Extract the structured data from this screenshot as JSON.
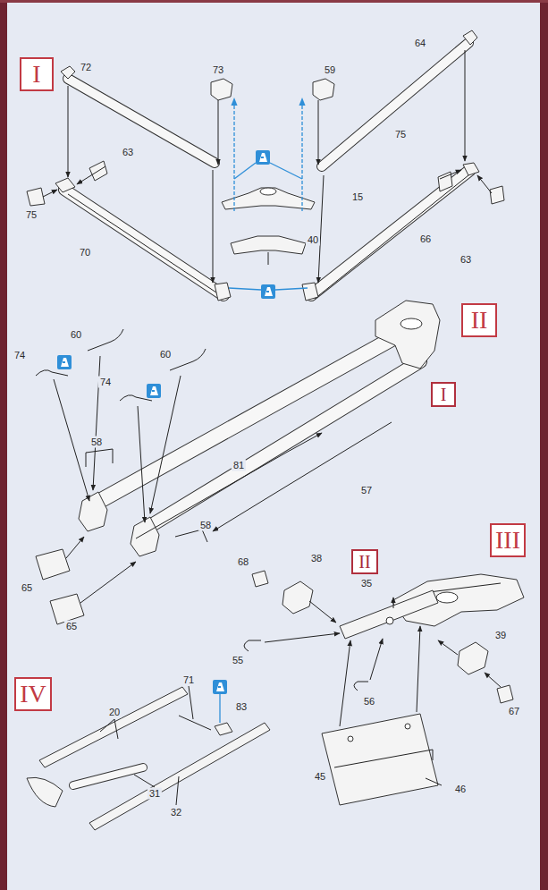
{
  "diagram": {
    "nodes": [
      {
        "text": [
          "I"
        ]
      },
      {
        "text": [
          "II"
        ]
      },
      {
        "text": [
          "I"
        ]
      },
      {
        "text": [
          "III"
        ]
      },
      {
        "text": [
          "II"
        ]
      },
      {
        "text": [
          "IV"
        ]
      }
    ],
    "labels": [
      "72",
      "73",
      "59",
      "64",
      "63",
      "75",
      "15",
      "40",
      "75",
      "70",
      "63",
      "66",
      "60",
      "60",
      "74",
      "74",
      "58",
      "81",
      "57",
      "58",
      "65",
      "65",
      "38",
      "68",
      "35",
      "55",
      "56",
      "39",
      "67",
      "45",
      "46",
      "20",
      "71",
      "83",
      "31",
      "32"
    ]
  }
}
